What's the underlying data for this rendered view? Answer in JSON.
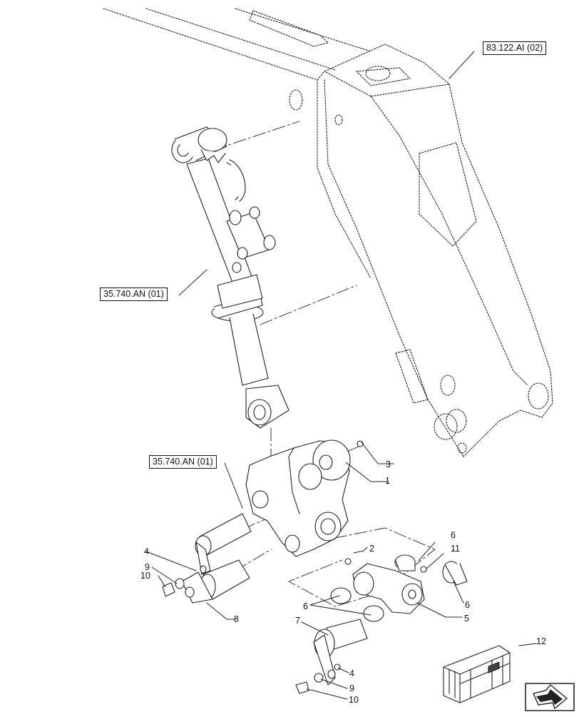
{
  "references": {
    "boom": "83.122.AI (02)",
    "cylinder_upper": "35.740.AN (01)",
    "cylinder_lower": "35.740.AN (01)"
  },
  "callouts": {
    "c1": "1",
    "c2": "2",
    "c3": "3",
    "c4a": "4",
    "c4b": "4",
    "c5": "5",
    "c6a": "6",
    "c6b": "6",
    "c6c": "6",
    "c7": "7",
    "c8": "8",
    "c9a": "9",
    "c9b": "9",
    "c10a": "10",
    "c10b": "10",
    "c11": "11",
    "c12": "12"
  },
  "icons": {
    "kit": "parts-kit-crate-icon",
    "nav": "navigation-arrow-icon"
  }
}
